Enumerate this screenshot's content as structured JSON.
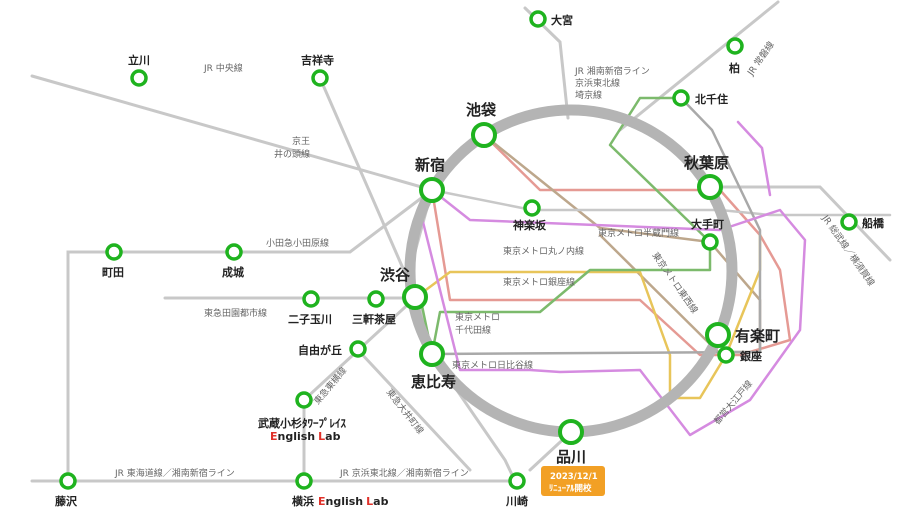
{
  "colors": {
    "yamanote": "#b4b4b4",
    "jr_gray": "#c8c8c8",
    "station_green": "#1fb31f",
    "marunouchi": "#e59a94",
    "hanzomon": "#bda78c",
    "ginza": "#e8c55a",
    "chiyoda": "#7cba6c",
    "hibiya": "#a9a9a9",
    "oedo": "#d58be0",
    "badge": "#f2a025",
    "english_e": "#e0312a"
  },
  "stations": {
    "omiya": "大宮",
    "tachikawa": "立川",
    "kichijoji": "吉祥寺",
    "kashiwa": "柏",
    "kitasenju": "北千住",
    "ikebukuro": "池袋",
    "shinjuku": "新宿",
    "akihabara": "秋葉原",
    "funabashi": "船橋",
    "kagurazaka": "神楽坂",
    "otemachi": "大手町",
    "machida": "町田",
    "seijo": "成城",
    "shibuya": "渋谷",
    "futakotamagawa": "二子玉川",
    "sangenjaya": "三軒茶屋",
    "jiyugaoka": "自由が丘",
    "ebisu": "恵比寿",
    "yurakucho": "有楽町",
    "ginza": "銀座",
    "musashikosugi_line1": "武蔵小杉ﾀﾜｰﾌﾟﾚｲｽ",
    "musashikosugi_e": "E",
    "musashikosugi_nglish": "nglish",
    "musashikosugi_l": "L",
    "musashikosugi_ab": "ab",
    "shinagawa": "品川",
    "fujisawa": "藤沢",
    "yokohama": "横浜",
    "yokohama_e": "E",
    "yokohama_nglish": "nglish",
    "yokohama_l": "L",
    "yokohama_ab": "ab",
    "kawasaki": "川崎"
  },
  "line_labels": {
    "chuo": "JR 中央線",
    "shonan_1": "JR 湘南新宿ライン",
    "shonan_2": "京浜東北線",
    "shonan_3": "埼京線",
    "joban": "JR 常磐線",
    "keio_1": "京王",
    "keio_2": "井の頭線",
    "odakyu": "小田急小田原線",
    "hanzomon": "東京メトロ半蔵門線",
    "marunouchi": "東京メトロ丸ノ内線",
    "tozai": "東京メトロ東西線",
    "ginza": "東京メトロ銀座線",
    "sobu": "JR 総武線／横須賀線",
    "denentoshi": "東急田園都市線",
    "chiyoda_1": "東京メトロ",
    "chiyoda_2": "千代田線",
    "hibiya": "東京メトロ日比谷線",
    "toyoko": "東急東横線",
    "oimachi": "東急大井町線",
    "oedo": "都営大江戸線",
    "tokaido": "JR 東海道線／湘南新宿ライン",
    "keihin": "JR 京浜東北線／湘南新宿ライン"
  },
  "badge": {
    "date": "2023/12/1",
    "text": "ﾘﾆｭｰｱﾙ開校"
  }
}
